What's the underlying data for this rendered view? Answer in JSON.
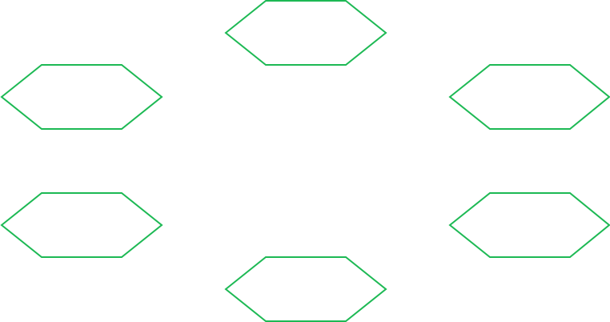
{
  "diagram": {
    "shape": "hexagon",
    "fill": "none",
    "stroke_color": "#1db954",
    "background_color": "#ffffff",
    "nodes": [
      {
        "id": "top",
        "label": ""
      },
      {
        "id": "upper-left",
        "label": ""
      },
      {
        "id": "upper-right",
        "label": ""
      },
      {
        "id": "lower-left",
        "label": ""
      },
      {
        "id": "lower-right",
        "label": ""
      },
      {
        "id": "bottom",
        "label": ""
      }
    ]
  }
}
